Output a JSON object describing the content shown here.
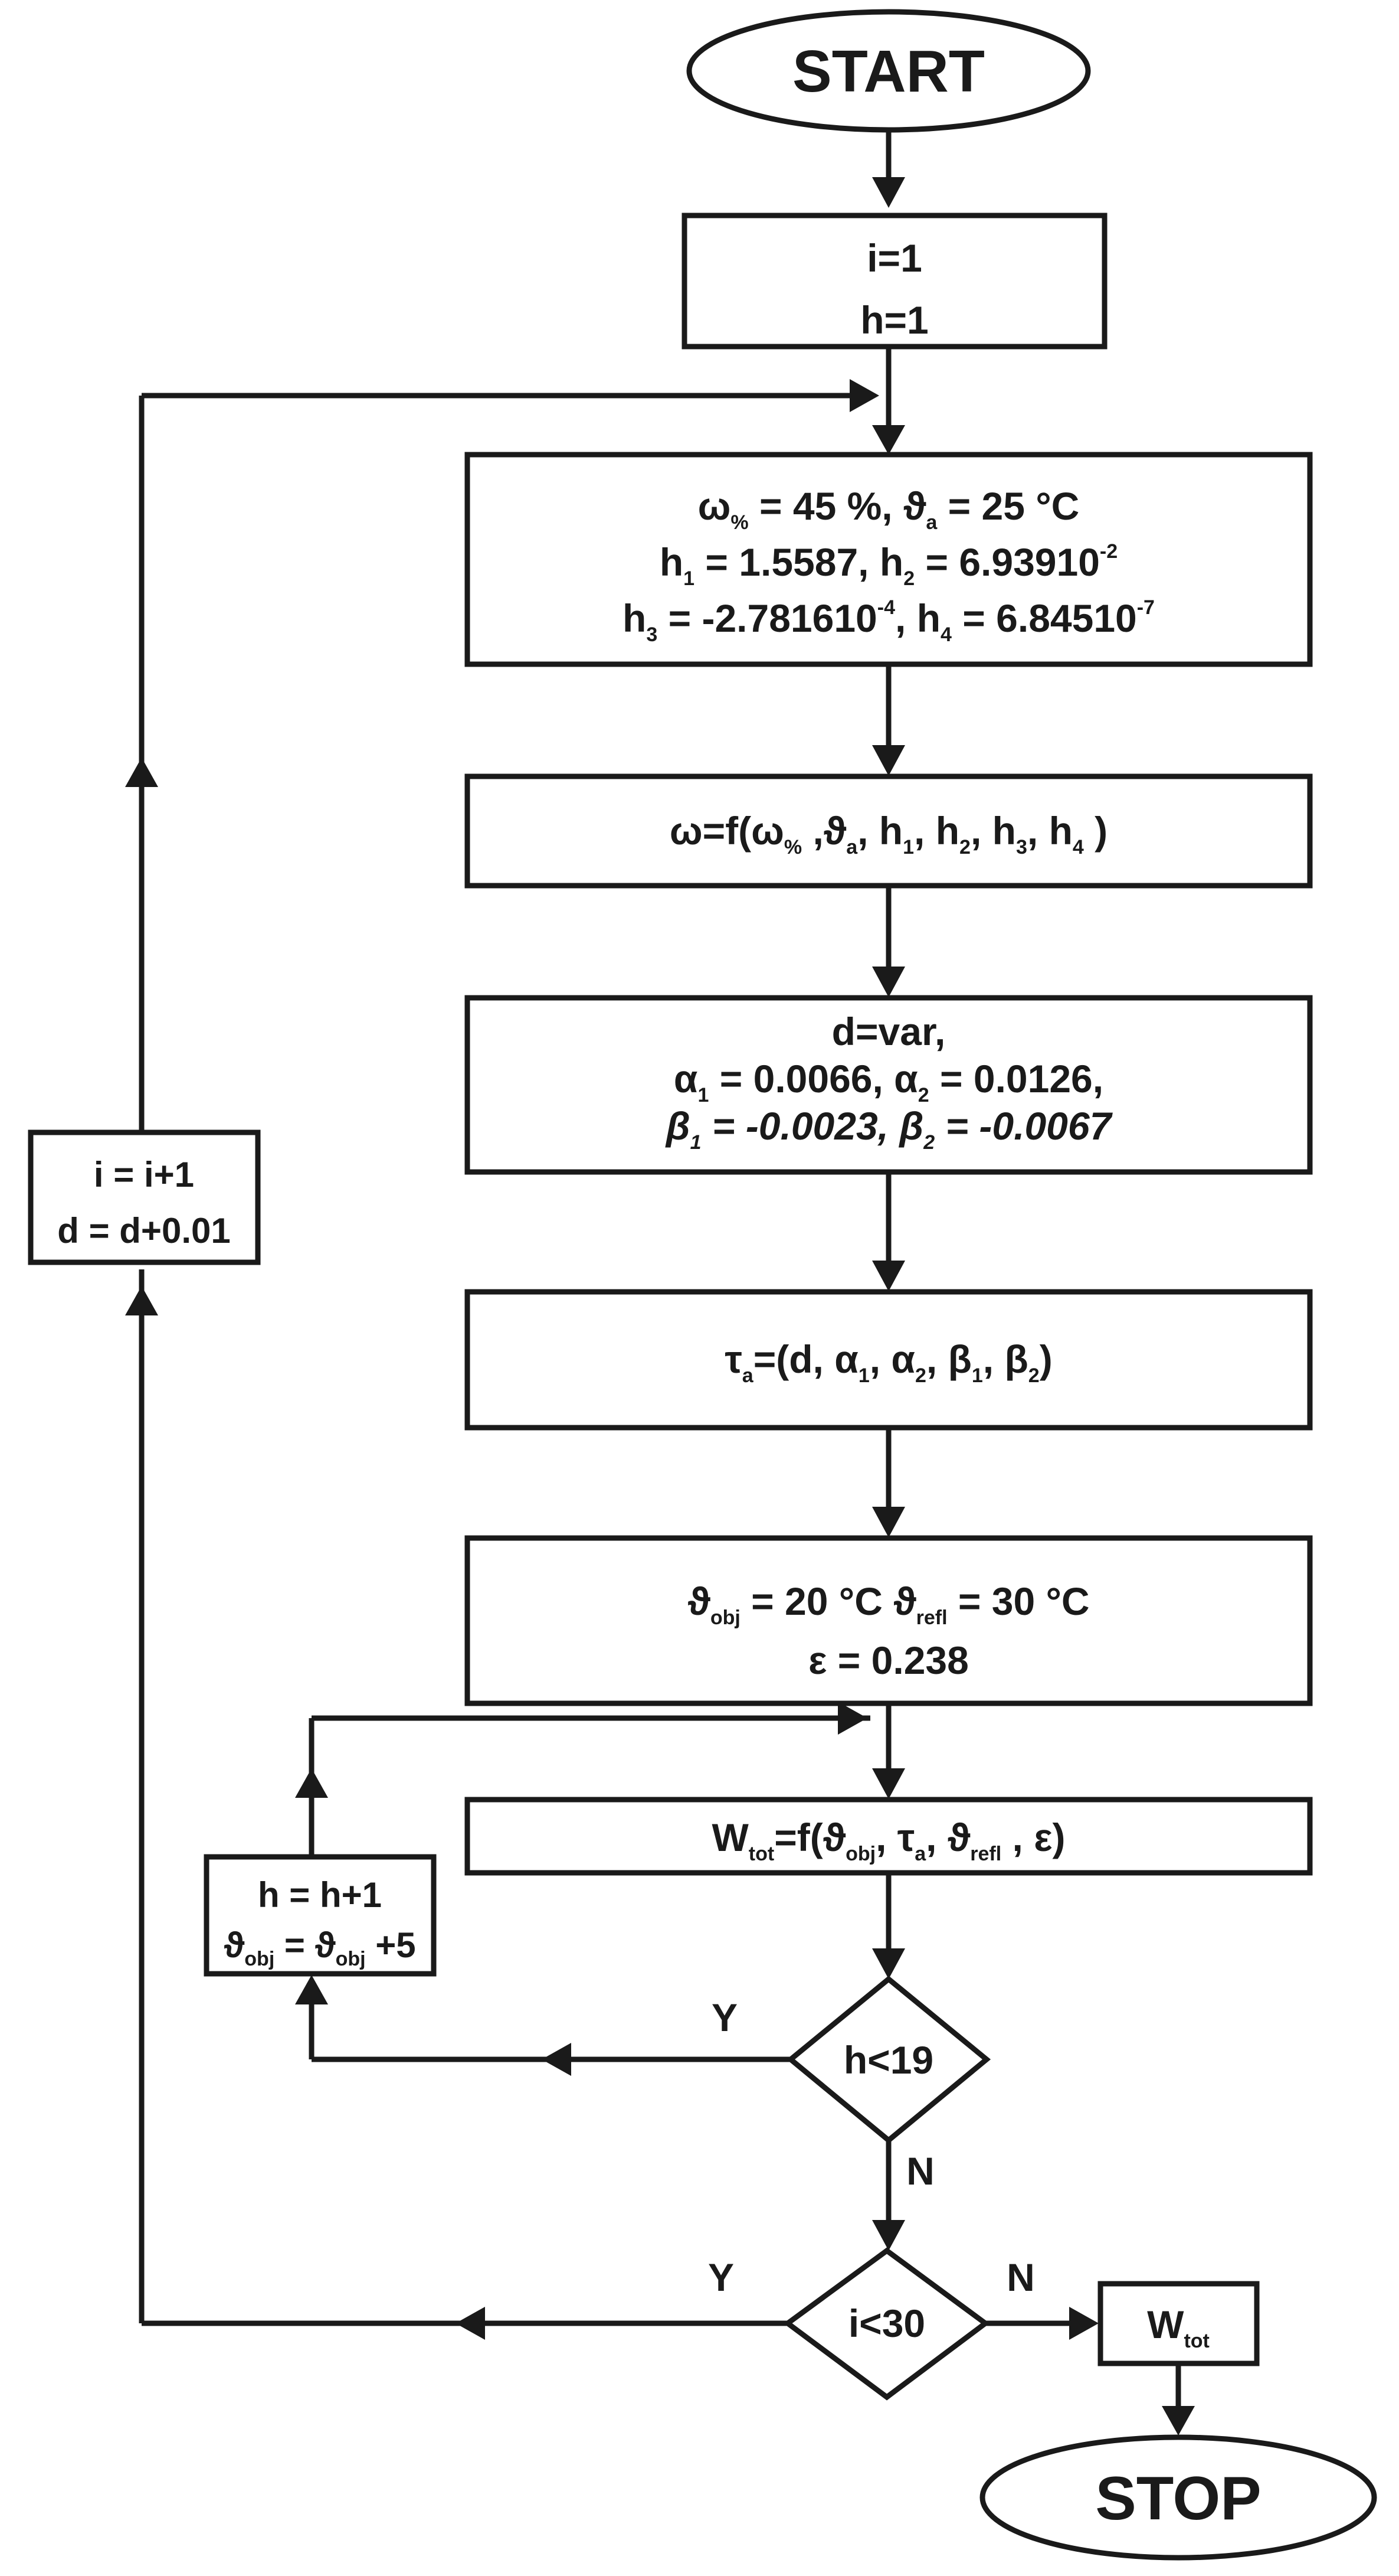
{
  "start": {
    "label": "START"
  },
  "init": {
    "line1": "i=1",
    "line2": "h=1"
  },
  "params": {
    "omega_sym": "ω",
    "omega_sub": "%",
    "omega_val": " = 45 %, ",
    "theta_sym": "ϑ",
    "theta_sub": "a",
    "theta_val": " = 25 °C",
    "h1_sym": "h",
    "h1_sub": "1",
    "h1_val": " = 1.5587, ",
    "h2_sym": "h",
    "h2_sub": "2",
    "h2_val": " = 6.93910",
    "h2_exp": "-2",
    "h3_sym": "h",
    "h3_sub": "3",
    "h3_val": " = -2.781610",
    "h3_exp": "-4",
    "h4_sym": "h",
    "h4_sub": "4",
    "h4_val": " = 6.84510",
    "h4_exp": "-7"
  },
  "omega_calc": {
    "lhs": "ω=f(ω",
    "sub1": "%",
    "p1": " ,ϑ",
    "sub2": "a",
    "p2": ", h",
    "sub3": "1",
    "p3": ", h",
    "sub4": "2",
    "p4": ", h",
    "sub5": "3",
    "p5": ", h",
    "sub6": "4",
    "p6": " )"
  },
  "coeffs": {
    "line1": "d=var,",
    "a_sym": "α",
    "a1_sub": "1",
    "a1_val": " = 0.0066, α",
    "a2_sub": "2",
    "a2_val": " = 0.0126,",
    "b_sym": "β",
    "b1_sub": "1",
    "b1_val": " =  -0.0023, β",
    "b2_sub": "2",
    "b2_val": " = -0.0067"
  },
  "tau_calc": {
    "lhs": "τ",
    "sub0": "a",
    "p0": "=(d, α",
    "sub1": "1",
    "p1": ", α",
    "sub2": "2",
    "p2": ", β",
    "sub3": "1",
    "p3": ", β",
    "sub4": "2",
    "p4": ")"
  },
  "object": {
    "theta": "ϑ",
    "obj_sub": "obj",
    "obj_val": " = 20 °C  ϑ",
    "refl_sub": "refl",
    "refl_val": " = 30 °C",
    "line2": "ε = 0.238"
  },
  "w_calc": {
    "lhs": "W",
    "sub0": "tot",
    "p0": "=f(ϑ",
    "sub1": "obj",
    "p1": ", τ",
    "sub2": "a",
    "p2": ", ϑ",
    "sub3": "refl",
    "p3": " , ε)"
  },
  "inc_h": {
    "line1": "h = h+1",
    "theta": "ϑ",
    "sub1": "obj",
    "mid": " = ϑ",
    "sub2": "obj",
    "tail": " +5"
  },
  "inc_i": {
    "line1": "i = i+1",
    "line2": "d = d+0.01"
  },
  "dec_h": {
    "label": "h<19",
    "yes": "Y",
    "no": "N"
  },
  "dec_i": {
    "label": "i<30",
    "yes": "Y",
    "no": "N"
  },
  "output": {
    "sym": "W",
    "sub": "tot"
  },
  "stop": {
    "label": "STOP"
  }
}
